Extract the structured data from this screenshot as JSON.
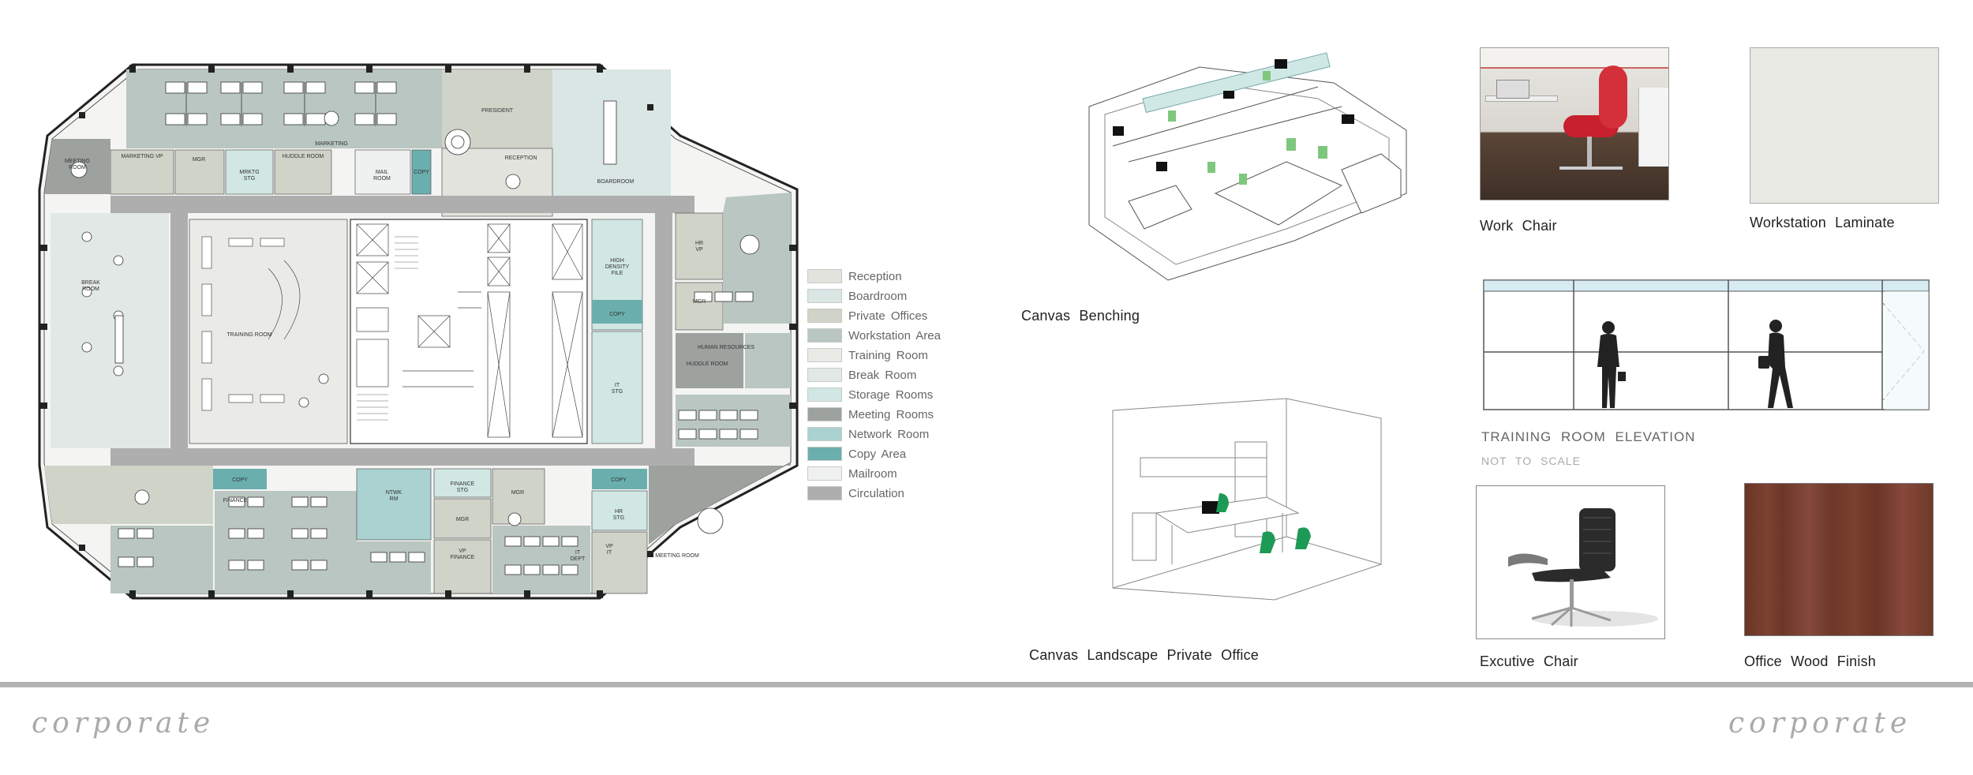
{
  "legend": {
    "items": [
      {
        "label": "Reception",
        "color": "#e3e3de"
      },
      {
        "label": "Boardroom",
        "color": "#d9e6e4"
      },
      {
        "label": "Private   Offices",
        "color": "#cfd3c8"
      },
      {
        "label": "Workstation   Area",
        "color": "#b9c6c1"
      },
      {
        "label": "Training   Room",
        "color": "#eaebe6"
      },
      {
        "label": "Break   Room",
        "color": "#e2e8e6"
      },
      {
        "label": "Storage   Rooms",
        "color": "#d0e7e3"
      },
      {
        "label": "Meeting   Rooms",
        "color": "#9ea29f"
      },
      {
        "label": "Network   Room",
        "color": "#a9d2d0"
      },
      {
        "label": "Copy   Area",
        "color": "#6aafae"
      },
      {
        "label": "Mailroom",
        "color": "#eef1f0"
      },
      {
        "label": "Circulation",
        "color": "#aeaeae"
      }
    ]
  },
  "floorplan": {
    "rooms": {
      "meeting_room_nw": "MEETING\nROOM",
      "marketing_vp": "MARKETING VP",
      "mgr": "MGR",
      "mrktg_stg": "MRKTG\nSTG",
      "huddle_room": "HUDDLE ROOM",
      "marketing": "MARKETING",
      "mail_room": "MAIL\nROOM",
      "copy": "COPY",
      "president": "PRESIDENT",
      "reception": "RECEPTION",
      "boardroom": "BOARDROOM",
      "break_room": "BREAK\nROOM",
      "training_room": "TRAINING ROOM",
      "high_density_file": "HIGH\nDENSITY\nFILE",
      "hr_vp": "HR\nVP",
      "it_stg": "IT\nSTG",
      "human_resources": "HUMAN RESOURCES",
      "huddle_room_2": "HUDDLE ROOM",
      "finance": "FINANCE",
      "ntwk_rm": "NTWK\nRM",
      "finance_stg": "FINANCE\nSTG",
      "vp_finance": "VP\nFINANCE",
      "hr_stg": "HR\nSTG",
      "vp_it": "VP\nIT",
      "it_dept": "IT\nDEPT",
      "meeting_room_se": "MEETING ROOM"
    }
  },
  "captions": {
    "canvas_benching": "Canvas   Benching",
    "work_chair": "Work   Chair",
    "workstation_laminate": "Workstation   Laminate",
    "training_room_elevation": "TRAINING   ROOM   ELEVATION",
    "not_to_scale": "NOT   TO   SCALE",
    "canvas_landscape": "Canvas   Landscape   Private   Office",
    "executive_chair": "Excutive   Chair",
    "office_wood_finish": "Office   Wood   Finish"
  },
  "footer": {
    "left_script": "corporate",
    "right_script": "corporate"
  }
}
